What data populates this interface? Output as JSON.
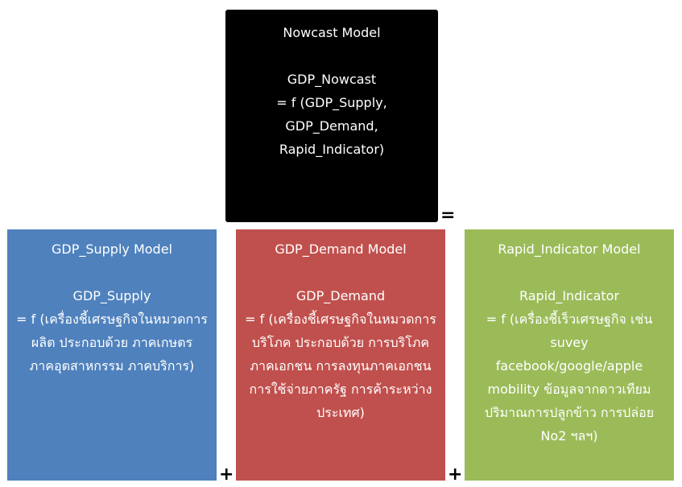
{
  "colors": {
    "nowcast": "#000000",
    "supply": "#4f81bd",
    "demand": "#c0504d",
    "rapid": "#9bbb59"
  },
  "nowcast": {
    "title": "Nowcast Model",
    "lines": [
      "GDP_Nowcast",
      "= f (GDP_Supply,",
      "GDP_Demand,",
      "Rapid_Indicator)"
    ]
  },
  "operators": {
    "equals": "=",
    "plus1": "+",
    "plus2": "+"
  },
  "supply": {
    "title": "GDP_Supply Model",
    "lines": [
      "GDP_Supply",
      "= f (เครื่องชี้เศรษฐกิจในหมวดการ",
      "ผลิต ประกอบด้วย ภาคเกษตร",
      "ภาคอุตสาหกรรม ภาคบริการ)"
    ]
  },
  "demand": {
    "title": "GDP_Demand Model",
    "lines": [
      "GDP_Demand",
      "= f (เครื่องชี้เศรษฐกิจในหมวดการ",
      "บริโภค ประกอบด้วย การบริโภค",
      "ภาคเอกชน การลงทุนภาคเอกชน",
      "การใช้จ่ายภาครัฐ การค้าระหว่าง",
      "ประเทศ)"
    ]
  },
  "rapid": {
    "title": "Rapid_Indicator Model",
    "lines": [
      "Rapid_Indicator",
      "= f (เครื่องชี้เร็วเศรษฐกิจ เช่น",
      "suvey",
      "facebook/google/apple",
      "mobility ข้อมูลจากดาวเทียม",
      "ปริมาณการปลูกข้าว การปล่อย",
      "No2 ฯลฯ)"
    ]
  }
}
